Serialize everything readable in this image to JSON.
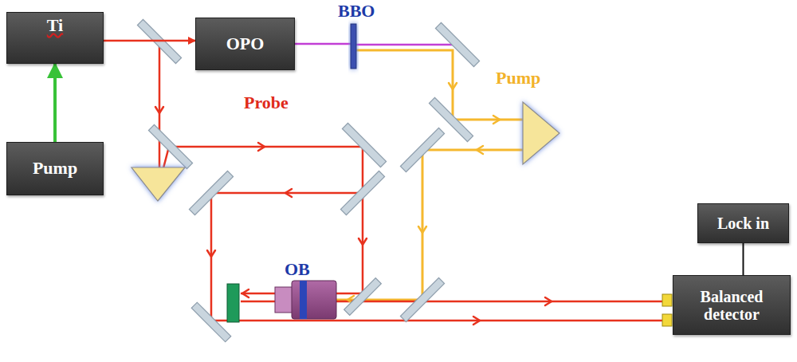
{
  "diagram": {
    "nodes": [
      {
        "text": [
          "Ti"
        ]
      },
      {
        "text": [
          "OPO"
        ]
      },
      {
        "text": [
          "Pump"
        ]
      },
      {
        "text": [
          "Lock in"
        ]
      },
      {
        "text": [
          "Balanced detector"
        ]
      }
    ],
    "edges": [
      {
        "from": 2,
        "to": 0,
        "arrow": "to"
      },
      {
        "from": 0,
        "to": 1,
        "arrow": "to"
      },
      {
        "from": 3,
        "to": 4,
        "arrow": "none"
      }
    ],
    "labels": [
      "BBO",
      "Pump",
      "Probe",
      "OB"
    ]
  }
}
